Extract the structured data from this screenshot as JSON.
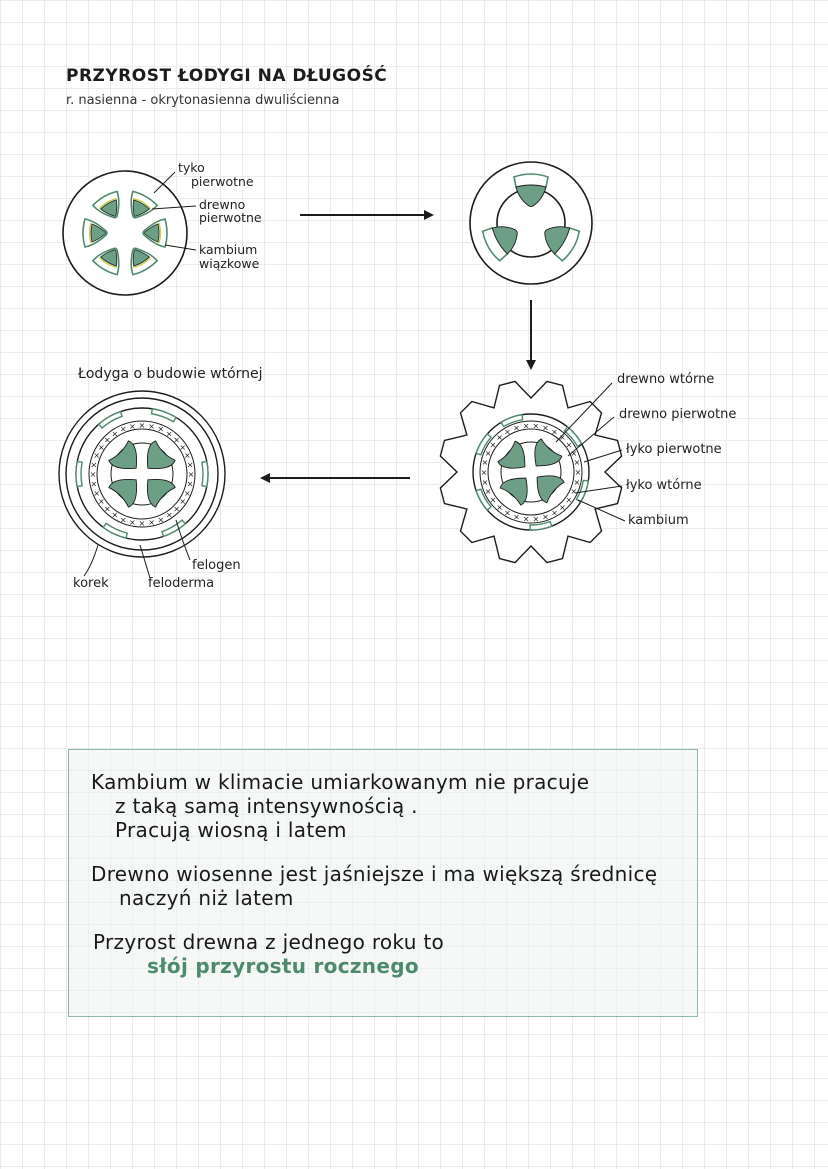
{
  "title": "PRZYROST ŁODYGI NA DŁUGOŚĆ",
  "subtitle": "r. nasienna - okrytonasienna dwuliścienna",
  "colors": {
    "green_fill": "#6d9f86",
    "green_outline": "#4f8a6d",
    "line": "#1c1c1c",
    "box_border": "#8db7a6"
  },
  "primary_labels": {
    "tyko_1": "tyko",
    "tyko_2": "pierwotne",
    "drewno_1": "drewno",
    "drewno_2": "pierwotne",
    "kambium_1": "kambium",
    "kambium_2": "wiązkowe"
  },
  "secondary_title": "Łodyga o budowie wtórnej",
  "right_labels": {
    "drewno_wtorne": "drewno wtórne",
    "drewno_pierwotne": "drewno pierwotne",
    "lyko_pierwotne": "łyko pierwotne",
    "lyko_wtorne": "łyko wtórne",
    "kambium": "kambium"
  },
  "bottom_labels": {
    "korek": "korek",
    "felodermа": "feloderma",
    "felogen": "felogen"
  },
  "notes": {
    "line1": "Kambium w klimacie umiarkowanym nie pracuje",
    "line2": "z taką samą intensywnością .",
    "line3": "Pracują wiosną i latem",
    "line4": "Drewno wiosenne jest jaśniejsze i ma większą średnicę",
    "line5": "naczyń niż latem",
    "line6": "Przyrost drewna z jednego roku to",
    "line7": "słój przyrostu rocznego"
  }
}
